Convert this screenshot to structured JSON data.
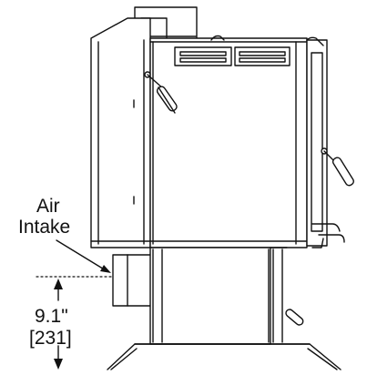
{
  "labels": {
    "intake_line1": "Air",
    "intake_line2": "Intake",
    "dimension_imperial": "9.1\"",
    "dimension_metric": "[231]"
  },
  "colors": {
    "line": "#111111",
    "fill": "#ffffff"
  }
}
